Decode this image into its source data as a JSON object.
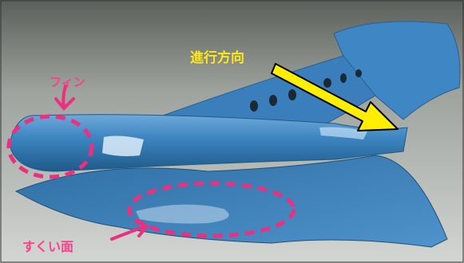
{
  "labels": {
    "direction": "進行方向",
    "fin": "フィン",
    "scoop_surface": "すくい面"
  },
  "colors": {
    "object_blue": "#3d86c2",
    "annotation_pink": "#ec2f7e",
    "arrow_yellow": "#ffee00",
    "background_table": "#c8cbc6"
  }
}
